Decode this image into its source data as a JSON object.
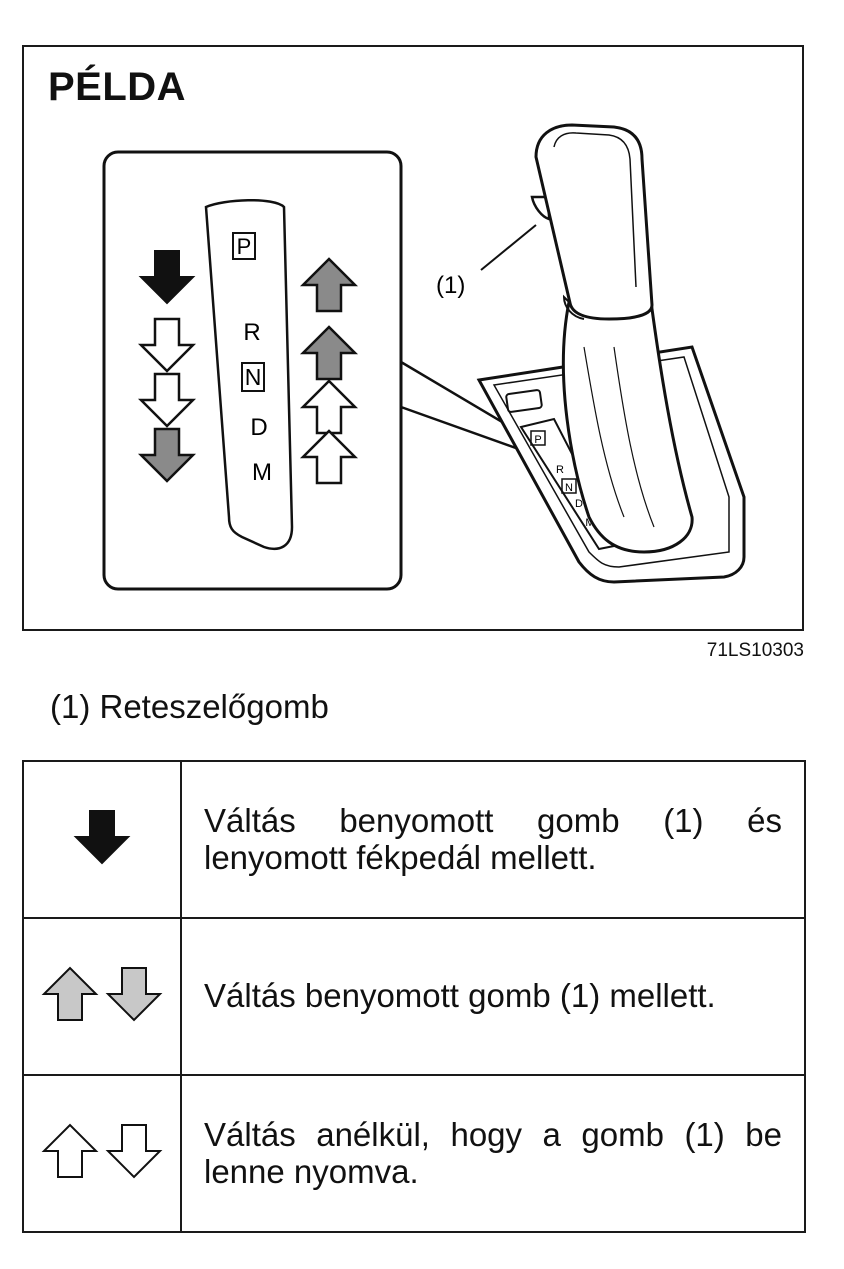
{
  "figure": {
    "title": "PÉLDA",
    "callout_label": "(1)",
    "gate_letters": {
      "p": "P",
      "r": "R",
      "n": "N",
      "d": "D",
      "m": "M"
    },
    "small_gate_letters": {
      "p": "P",
      "r": "R",
      "n": "N",
      "d": "D",
      "m": "M"
    },
    "code": "71LS10303"
  },
  "caption": "(1) Reteszelőgomb",
  "legend": [
    {
      "icons": [
        "arrow-down-black-icon"
      ],
      "text": "Váltás benyomott gomb (1) és lenyomott fékpedál mellett."
    },
    {
      "icons": [
        "arrow-up-gray-icon",
        "arrow-down-gray-icon"
      ],
      "text": "Váltás benyomott gomb (1) mellett."
    },
    {
      "icons": [
        "arrow-up-outline-icon",
        "arrow-down-outline-icon"
      ],
      "text": "Váltás anélkül, hogy a gomb (1) be lenne nyomva."
    }
  ],
  "colors": {
    "black": "#111111",
    "gray": "#8a8a8a",
    "light_gray": "#c8c8c8",
    "outline": "#ffffff"
  }
}
